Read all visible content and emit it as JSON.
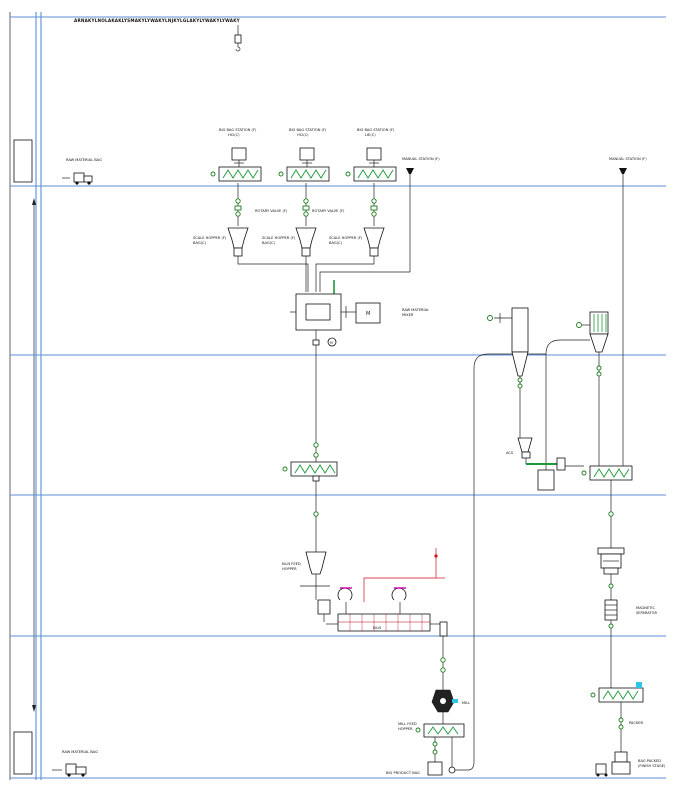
{
  "title_block": {
    "text": "ARNAKYLNOLAKAKLYSMAKYLYWAKYLNJKYLGLAKYLYWAKYLYWAKY"
  },
  "labels": {
    "raw_material_top": "RAW MATERIAL BAG",
    "raw_material_bottom": "RAW MATERIAL BAG",
    "station1_a": "BIG BAG STATION (F)",
    "station1_b": "HCl(C)",
    "station2_a": "BIG BAG STATION (F)",
    "station2_b": "HCl(C)",
    "station3_a": "BIG BAG STATION (F)",
    "station3_b": "LIE(C)",
    "manual_station_1": "MANUAL STATION (F)",
    "manual_station_2": "MANUAL STATION (F)",
    "rotary_valve_1": "ROTARY VALVE (F)",
    "rotary_valve_2": "ROTARY VALVE (F)",
    "scale_hopper_1a": "SCALE HOPPER (F)",
    "scale_hopper_1b": "BAG(C)",
    "scale_hopper_2a": "SCALE HOPPER (F)",
    "scale_hopper_2b": "BAG(C)",
    "scale_hopper_3a": "SCALE HOPPER (F)",
    "scale_hopper_3b": "BAG(C)",
    "mixer_a": "RAW MATERIAL",
    "mixer_b": "MIXER",
    "feed_hopper_a": "KILN FEED",
    "feed_hopper_b": "HOPPER",
    "kiln": "KILN",
    "mill": "MILL",
    "mill_feed_a": "MILL FEED",
    "mill_feed_b": "HOPPER",
    "magnetic_a": "MAGNETIC",
    "magnetic_b": "SEPARATOR",
    "packer": "PACKER",
    "big_product": "BIG PRODUCT BAG",
    "bag_packed_a": "BAG PACKED",
    "bag_packed_b": "(FINISH STAGE)",
    "acs": "ACS",
    "motor": "M",
    "drive": "M"
  }
}
